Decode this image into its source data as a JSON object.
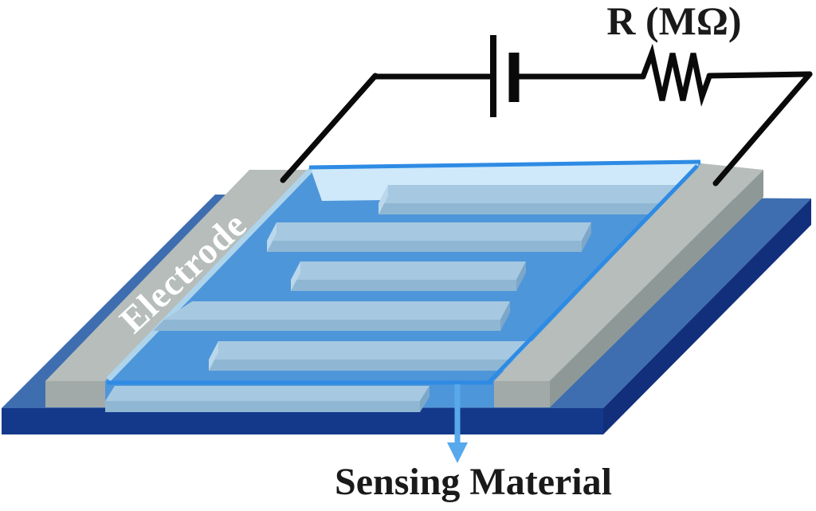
{
  "figure": {
    "kind": "gas-sensor device schematic with measuring circuit",
    "labels": {
      "electrode": "Electrode",
      "resistor": "R (MΩ)",
      "sensing_material": "Sensing Material"
    },
    "icons": {
      "battery-icon": "two-plate battery symbol",
      "resistor-icon": "zigzag resistor symbol",
      "arrow-down-icon": "light-blue pointer to sensing film"
    },
    "colors": {
      "background": "#ffffff",
      "substrate_top": "#3e6eb0",
      "substrate_front": "#14398b",
      "substrate_side": "#122f7c",
      "electrode_top": "#b6bdbb",
      "electrode_front": "#a2aaa9",
      "electrode_side": "#8e9997",
      "sensing_top": "#4e96da",
      "sensing_back_band": "#cfe9fa",
      "sensing_edge_highlight": "#2e8be4",
      "sensing_edge_soft": "#aed4ec",
      "finger_top": "#a6c8e1",
      "finger_front": "#8fb7d3",
      "finger_cap_light": "#bad7eb",
      "finger_cap_dark": "#7da7c9",
      "arrow": "#58a9ec",
      "wire": "#0a0a0a",
      "label_text": "#1a1a1a",
      "electrode_text": "#ffffff"
    }
  }
}
